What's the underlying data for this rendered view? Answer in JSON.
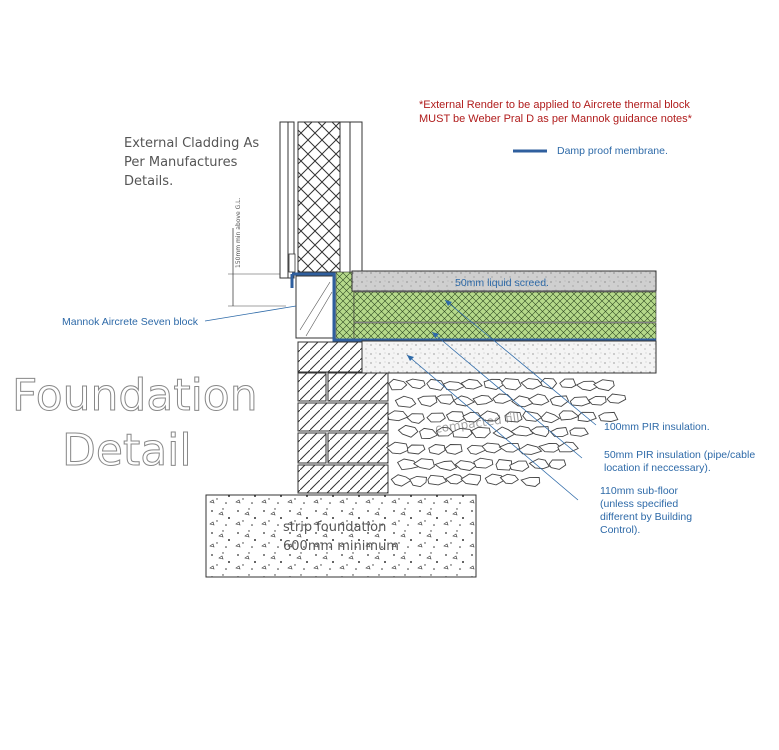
{
  "notes": {
    "render_line1": "*External Render to be applied to Aircrete thermal block",
    "render_line2": "MUST be Weber Pral D as per Mannok  guidance notes*",
    "dpm_legend": "Damp proof membrane."
  },
  "labels": {
    "cladding_line1": "External Cladding As",
    "cladding_line2": "Per Manufactures",
    "cladding_line3": "Details.",
    "dim_text": "150mm min above G.L.",
    "block": "Mannok Aircrete Seven block",
    "screed": "50mm liquid screed.",
    "pir100": "100mm PIR insulation.",
    "pir50_line1": "50mm PIR insulation (pipe/cable",
    "pir50_line2": "location if neccessary).",
    "subfloor_line1": "110mm sub-floor",
    "subfloor_line2": "(unless specified",
    "subfloor_line3": "different by Building",
    "subfloor_line4": "Control).",
    "hardcore": "compacted fill",
    "foundation_line1": "strip foundation",
    "foundation_line2": "600mm minimum"
  },
  "title": {
    "line1": "Foundation",
    "line2": "Detail"
  },
  "colors": {
    "red_note": "#b01c1c",
    "blue_note": "#2e6aa8",
    "dpm": "#2f5f9e",
    "insulation": "#b5d98a",
    "screed": "#cfcfcf",
    "line": "#333333"
  }
}
